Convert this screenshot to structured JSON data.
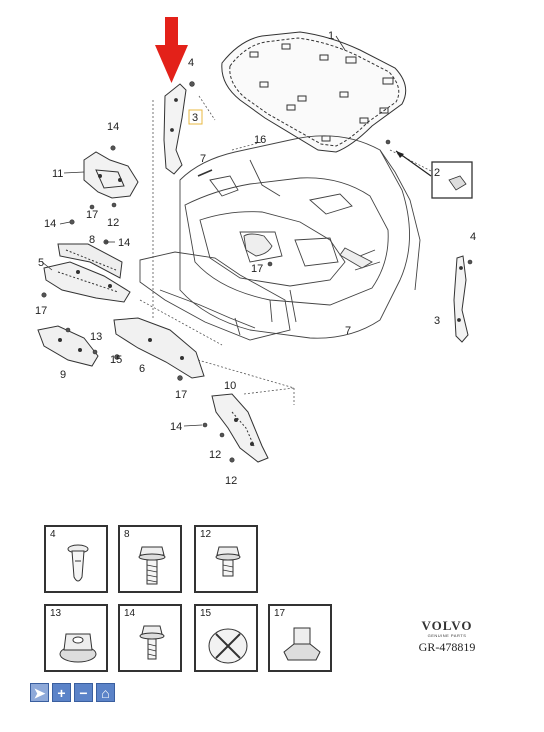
{
  "callouts": [
    "1",
    "2",
    "3",
    "4",
    "16",
    "14",
    "11",
    "7",
    "17",
    "12",
    "14",
    "8",
    "14",
    "5",
    "17",
    "13",
    "15",
    "9",
    "6",
    "17",
    "4",
    "3",
    "7",
    "17",
    "10",
    "14",
    "12",
    "12"
  ],
  "legend": [
    {
      "num": "4",
      "icon": "push-rivet-icon"
    },
    {
      "num": "8",
      "icon": "flange-bolt-icon"
    },
    {
      "num": "12",
      "icon": "flange-bolt-icon"
    },
    {
      "num": "13",
      "icon": "flange-nut-icon"
    },
    {
      "num": "14",
      "icon": "flange-bolt-icon"
    },
    {
      "num": "15",
      "icon": "spring-clip-icon"
    },
    {
      "num": "17",
      "icon": "clip-nut-icon"
    }
  ],
  "brand": {
    "logo": "VOLVO",
    "subtitle": "GENUINE PARTS",
    "code": "GR-478819"
  },
  "highlight_color": "#e32119",
  "toolbar": [
    {
      "icon": "pointer-icon",
      "glyph": "➤"
    },
    {
      "icon": "zoom-in-icon",
      "glyph": "+"
    },
    {
      "icon": "zoom-out-icon",
      "glyph": "−"
    },
    {
      "icon": "home-icon",
      "glyph": "⌂"
    }
  ]
}
